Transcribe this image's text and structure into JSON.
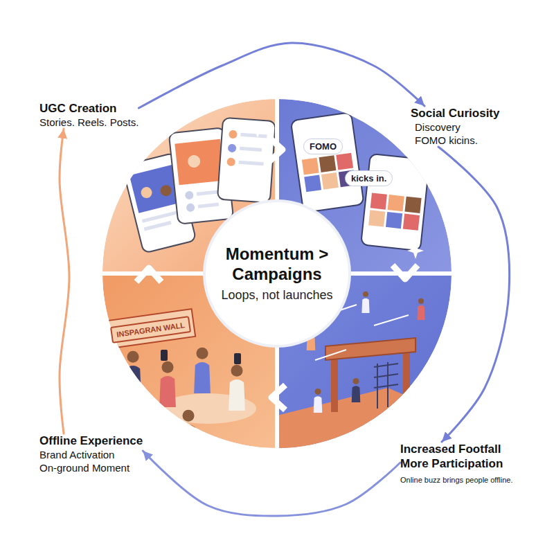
{
  "diagram": {
    "nodes": [
      {
        "text": [
          "UGC Creation",
          "Stories. Reels. Posts."
        ]
      },
      {
        "text": [
          "Social Curiosity",
          "Discovery",
          "FOMO kicins."
        ]
      },
      {
        "text": [
          "Increased Footfall",
          "More Participation",
          "Online buzz brings people offline."
        ]
      },
      {
        "text": [
          "Offline Experience",
          "Brand Activation",
          "On-ground Moment"
        ]
      },
      {
        "text": [
          "Momentum > Campaigns",
          "Loops, not launches"
        ]
      }
    ],
    "edges": [
      {
        "from": 0,
        "to": 1,
        "arrow": "to"
      },
      {
        "from": 1,
        "to": 2,
        "arrow": "to"
      },
      {
        "from": 2,
        "to": 3,
        "arrow": "to"
      },
      {
        "from": 3,
        "to": 0,
        "arrow": "to"
      }
    ],
    "labels": [
      "FOMO",
      "kicks in.",
      "INSPAGRAN WALL"
    ]
  }
}
